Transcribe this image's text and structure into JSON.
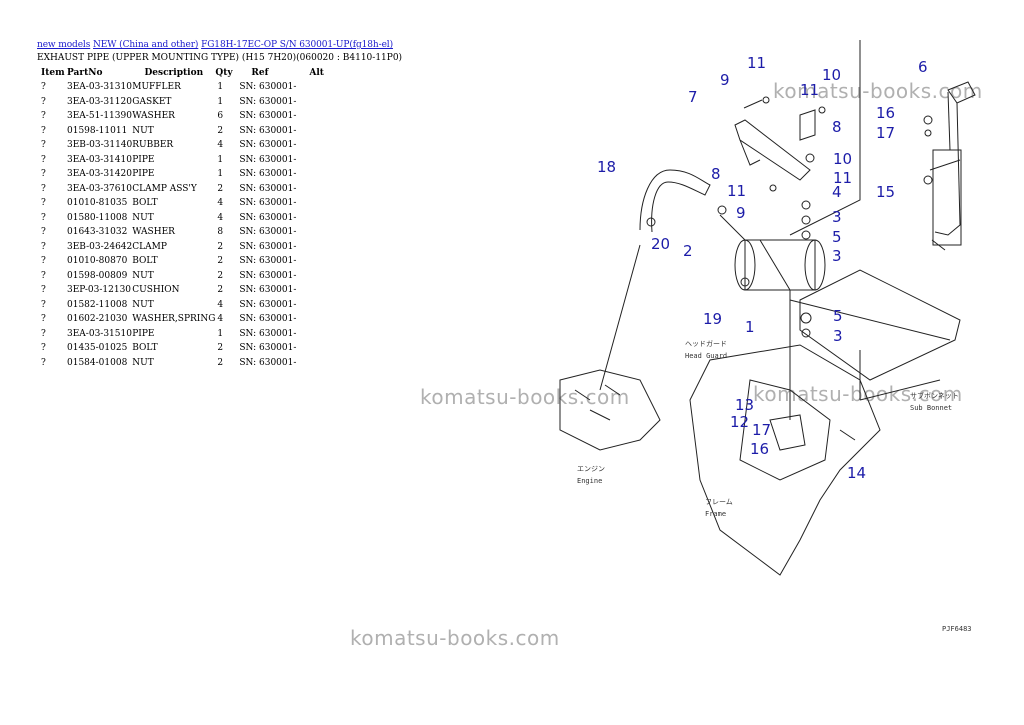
{
  "breadcrumb": {
    "link1": "new models",
    "link2": "NEW (China and other)",
    "link3": "FG18H-17EC-OP S/N 630001-UP(fg18h-el)"
  },
  "subtitle": "EXHAUST PIPE (UPPER MOUNTING TYPE) (H15 7H20)(060020 : B4110-11P0)",
  "table": {
    "headers": [
      "Item",
      "PartNo",
      "Description",
      "Qty",
      "Ref",
      "Alt"
    ],
    "rows": [
      {
        "item": "?",
        "part": "3EA-03-31310",
        "desc": "MUFFLER",
        "qty": "1",
        "ref": "SN: 630001-"
      },
      {
        "item": "?",
        "part": "3EA-03-31120",
        "desc": "GASKET",
        "qty": "1",
        "ref": "SN: 630001-"
      },
      {
        "item": "?",
        "part": "3EA-51-11390",
        "desc": "WASHER",
        "qty": "6",
        "ref": "SN: 630001-"
      },
      {
        "item": "?",
        "part": "01598-11011",
        "desc": "NUT",
        "qty": "2",
        "ref": "SN: 630001-"
      },
      {
        "item": "?",
        "part": "3EB-03-31140",
        "desc": "RUBBER",
        "qty": "4",
        "ref": "SN: 630001-"
      },
      {
        "item": "?",
        "part": "3EA-03-31410",
        "desc": "PIPE",
        "qty": "1",
        "ref": "SN: 630001-"
      },
      {
        "item": "?",
        "part": "3EA-03-31420",
        "desc": "PIPE",
        "qty": "1",
        "ref": "SN: 630001-"
      },
      {
        "item": "?",
        "part": "3EA-03-37610",
        "desc": "CLAMP ASS'Y",
        "qty": "2",
        "ref": "SN: 630001-"
      },
      {
        "item": "?",
        "part": "01010-81035",
        "desc": "BOLT",
        "qty": "4",
        "ref": "SN: 630001-"
      },
      {
        "item": "?",
        "part": "01580-11008",
        "desc": "NUT",
        "qty": "4",
        "ref": "SN: 630001-"
      },
      {
        "item": "?",
        "part": "01643-31032",
        "desc": "WASHER",
        "qty": "8",
        "ref": "SN: 630001-"
      },
      {
        "item": "?",
        "part": "3EB-03-24642",
        "desc": "CLAMP",
        "qty": "2",
        "ref": "SN: 630001-"
      },
      {
        "item": "?",
        "part": "01010-80870",
        "desc": "BOLT",
        "qty": "2",
        "ref": "SN: 630001-"
      },
      {
        "item": "?",
        "part": "01598-00809",
        "desc": "NUT",
        "qty": "2",
        "ref": "SN: 630001-"
      },
      {
        "item": "?",
        "part": "3EP-03-12130",
        "desc": "CUSHION",
        "qty": "2",
        "ref": "SN: 630001-"
      },
      {
        "item": "?",
        "part": "01582-11008",
        "desc": "NUT",
        "qty": "4",
        "ref": "SN: 630001-"
      },
      {
        "item": "?",
        "part": "01602-21030",
        "desc": "WASHER,SPRING",
        "qty": "4",
        "ref": "SN: 630001-"
      },
      {
        "item": "?",
        "part": "3EA-03-31510",
        "desc": "PIPE",
        "qty": "1",
        "ref": "SN: 630001-"
      },
      {
        "item": "?",
        "part": "01435-01025",
        "desc": "BOLT",
        "qty": "2",
        "ref": "SN: 630001-"
      },
      {
        "item": "?",
        "part": "01584-01008",
        "desc": "NUT",
        "qty": "2",
        "ref": "SN: 630001-"
      }
    ]
  },
  "watermarks": {
    "text1": "komatsu-books.com",
    "text2": "komatsu-books.com",
    "text3": "komatsu-books.com",
    "text4": "komatsu-books.com"
  },
  "diagram": {
    "callouts": {
      "n6": "6",
      "n9": "9",
      "n11a": "11",
      "n10": "10",
      "n11b": "11",
      "n7": "7",
      "n16a": "16",
      "n17a": "17",
      "n8a": "8",
      "n10b": "10",
      "n18": "18",
      "n8b": "8",
      "n11c": "11",
      "n4": "4",
      "n15": "15",
      "n11d": "11",
      "n9b": "9",
      "n3a": "3",
      "n20": "20",
      "n2": "2",
      "n5a": "5",
      "n3b": "3",
      "n19": "19",
      "n1": "1",
      "n5b": "5",
      "n3c": "3",
      "n13": "13",
      "n12": "12",
      "n17b": "17",
      "n16b": "16",
      "n14": "14"
    },
    "labels": {
      "head_guard_jp": "ヘッドガード",
      "head_guard_en": "Head Guard",
      "sub_bonnet_jp": "サブボンネット",
      "sub_bonnet_en": "Sub Bonnet",
      "engine_jp": "エンジン",
      "engine_en": "Engine",
      "frame_jp": "フレーム",
      "frame_en": "Frame",
      "code": "PJF6483"
    }
  }
}
